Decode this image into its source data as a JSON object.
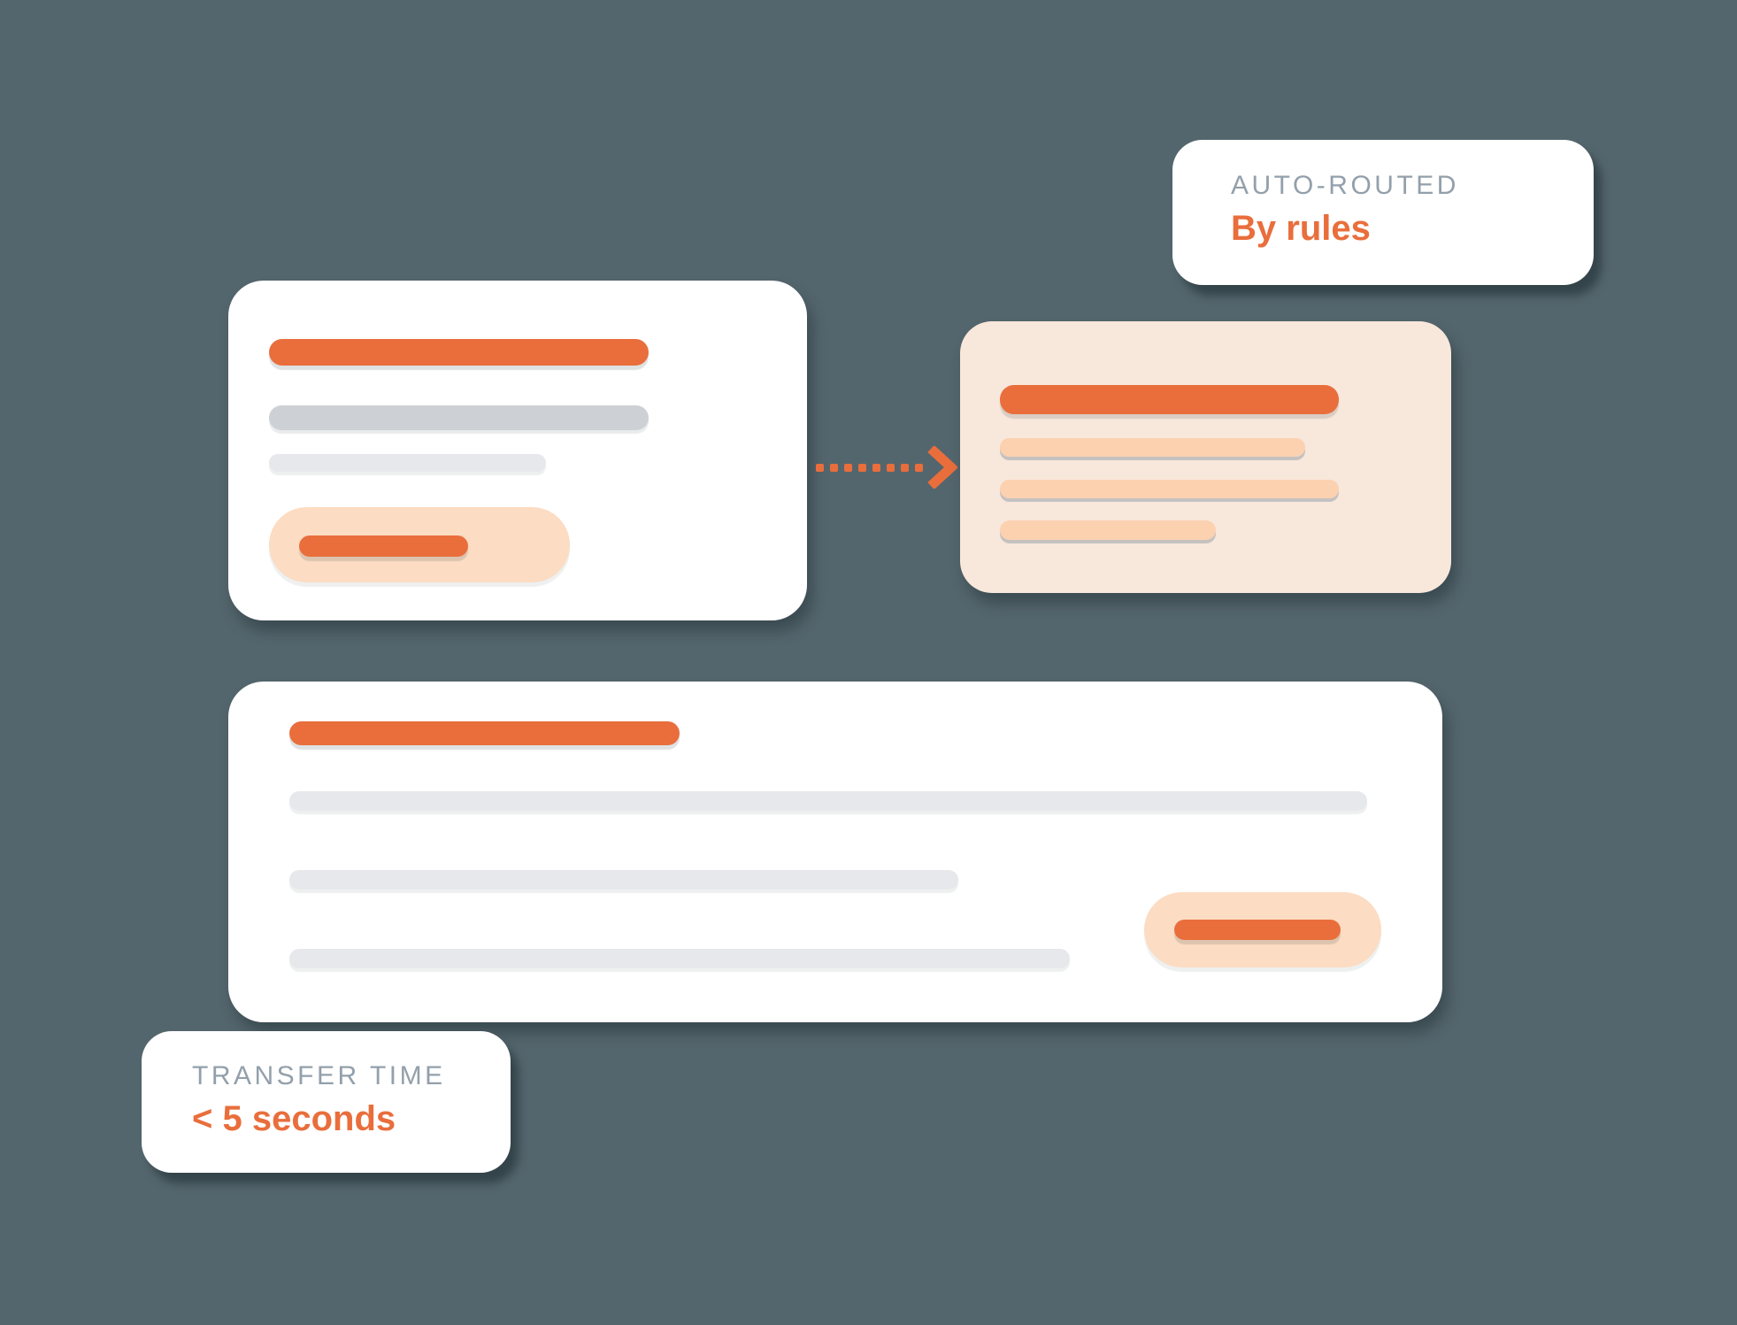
{
  "canvas": {
    "background": "#54666D"
  },
  "colors": {
    "accent_orange": "#E96E3C",
    "card_white": "#FFFFFF",
    "peach_card_bg": "#F8E7DB",
    "peach_bar": "#FBD1B0",
    "peach_pill": "#FCDCC2",
    "gray_bar": "#CDD0D4",
    "gray_bar_light": "#E7E8EB",
    "annotation_title_gray": "#93A0AB"
  },
  "annotations": {
    "auto_routed": {
      "title": "AUTO-ROUTED",
      "subtitle": "By rules"
    },
    "transfer_time": {
      "title": "TRANSFER TIME",
      "subtitle": "< 5 seconds"
    }
  },
  "icons": {
    "arrow": "dashed-arrow-right-icon"
  }
}
